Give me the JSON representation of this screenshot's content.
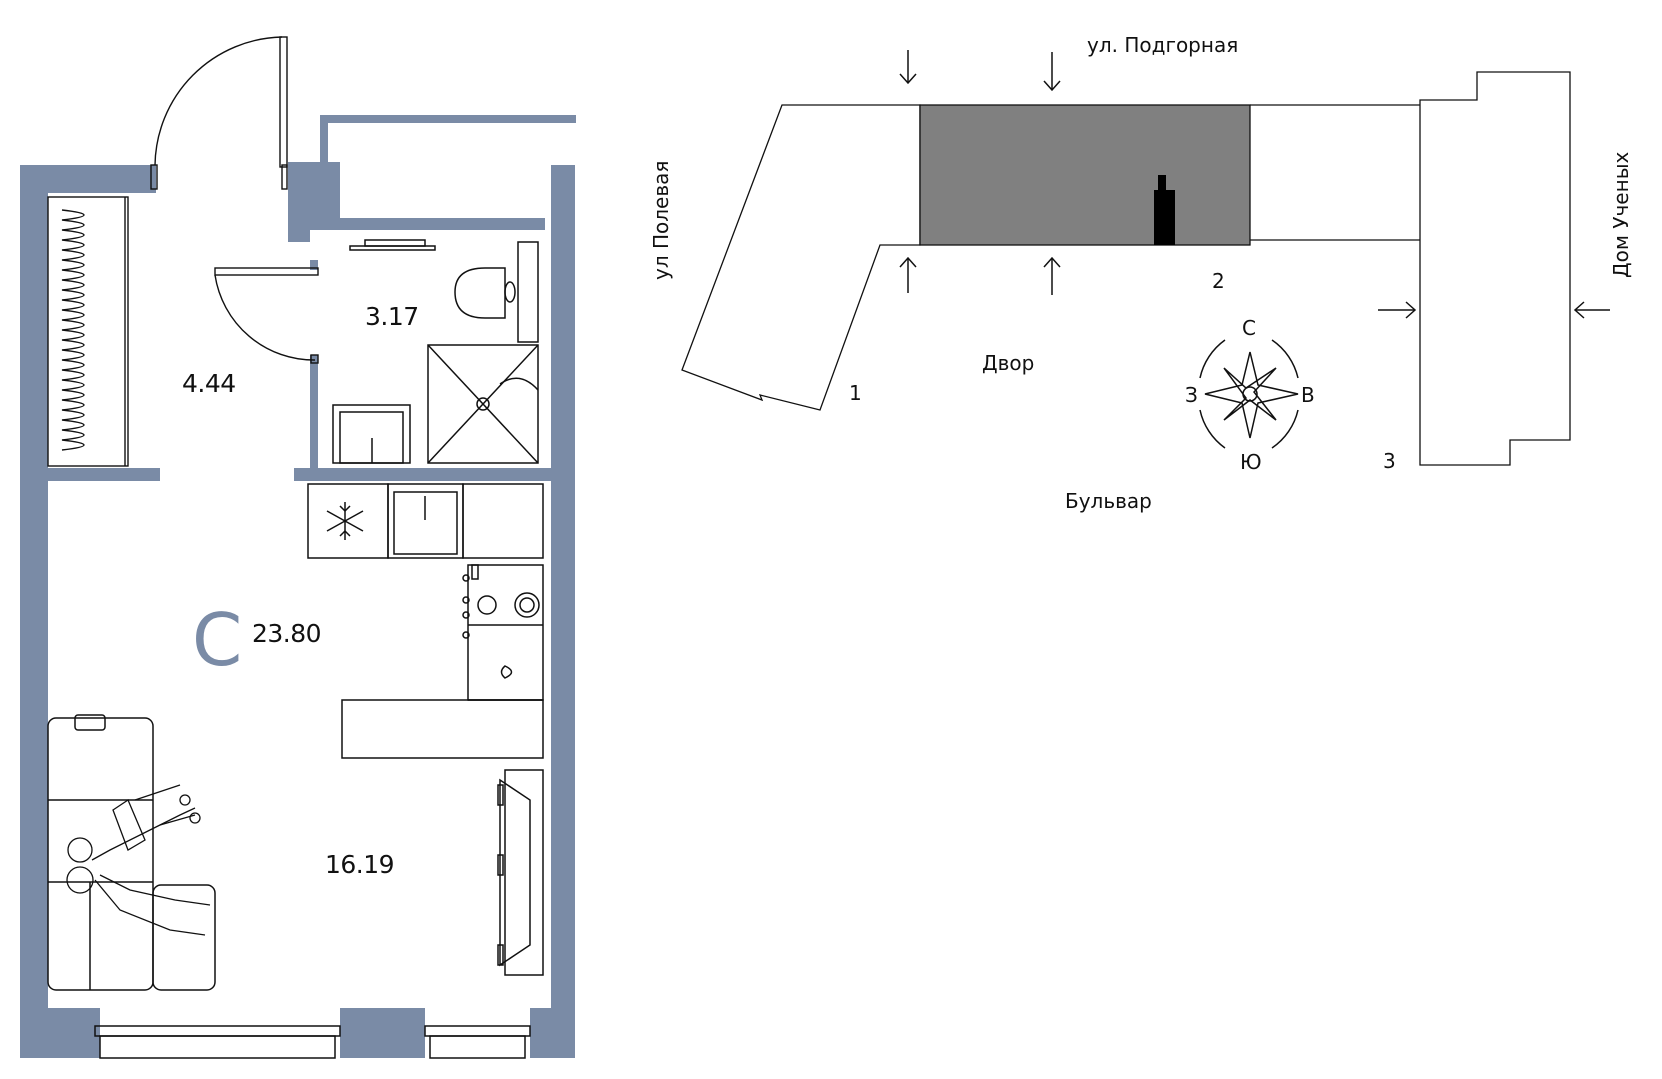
{
  "floor_plan": {
    "apartment_type": "С",
    "total_area": "23.80",
    "rooms": {
      "loggia": "4.44",
      "bathroom": "3.17",
      "living": "16.19"
    },
    "wall_color": "#7a8ba6",
    "type_letter_color": "#7a8ba6"
  },
  "site_plan": {
    "streets": {
      "north": "ул. Подгорная",
      "west": "ул Полевая",
      "east": "Дом Ученых",
      "south": "Бульвар",
      "yard": "Двор"
    },
    "building_labels": [
      "1",
      "2",
      "3"
    ],
    "highlight_color": "#808080",
    "compass": {
      "north": "С",
      "east": "В",
      "south": "Ю",
      "west": "З"
    }
  }
}
